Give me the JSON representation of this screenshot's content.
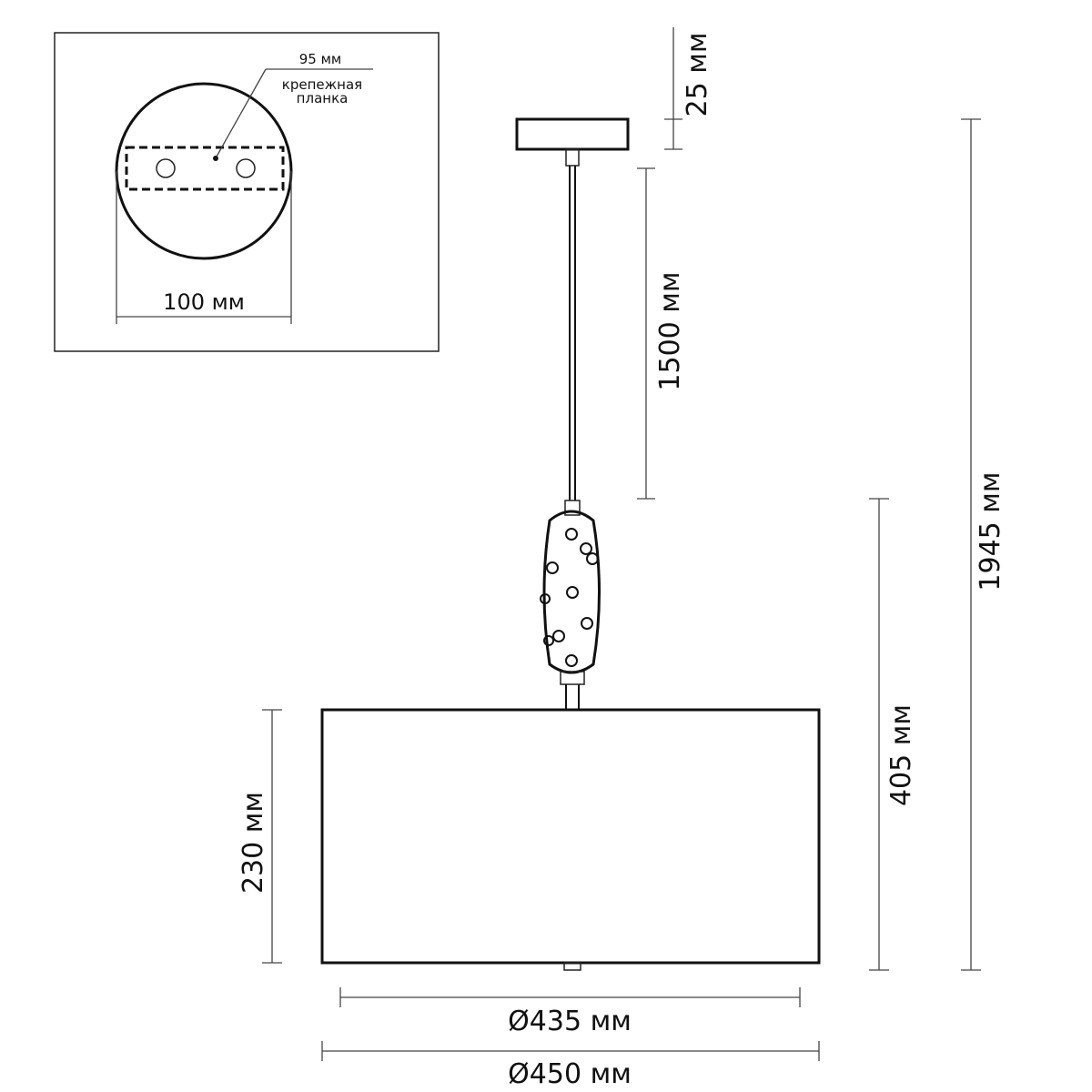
{
  "inset": {
    "label_95": "95 мм",
    "label_plate_1": "крепежная",
    "label_plate_2": "планка",
    "label_100": "100 мм"
  },
  "dimensions": {
    "d25": "25 мм",
    "d1500": "1500 мм",
    "d1945": "1945 мм",
    "d405": "405 мм",
    "d230": "230 мм",
    "d435": "Ø435 мм",
    "d450": "Ø450 мм"
  }
}
